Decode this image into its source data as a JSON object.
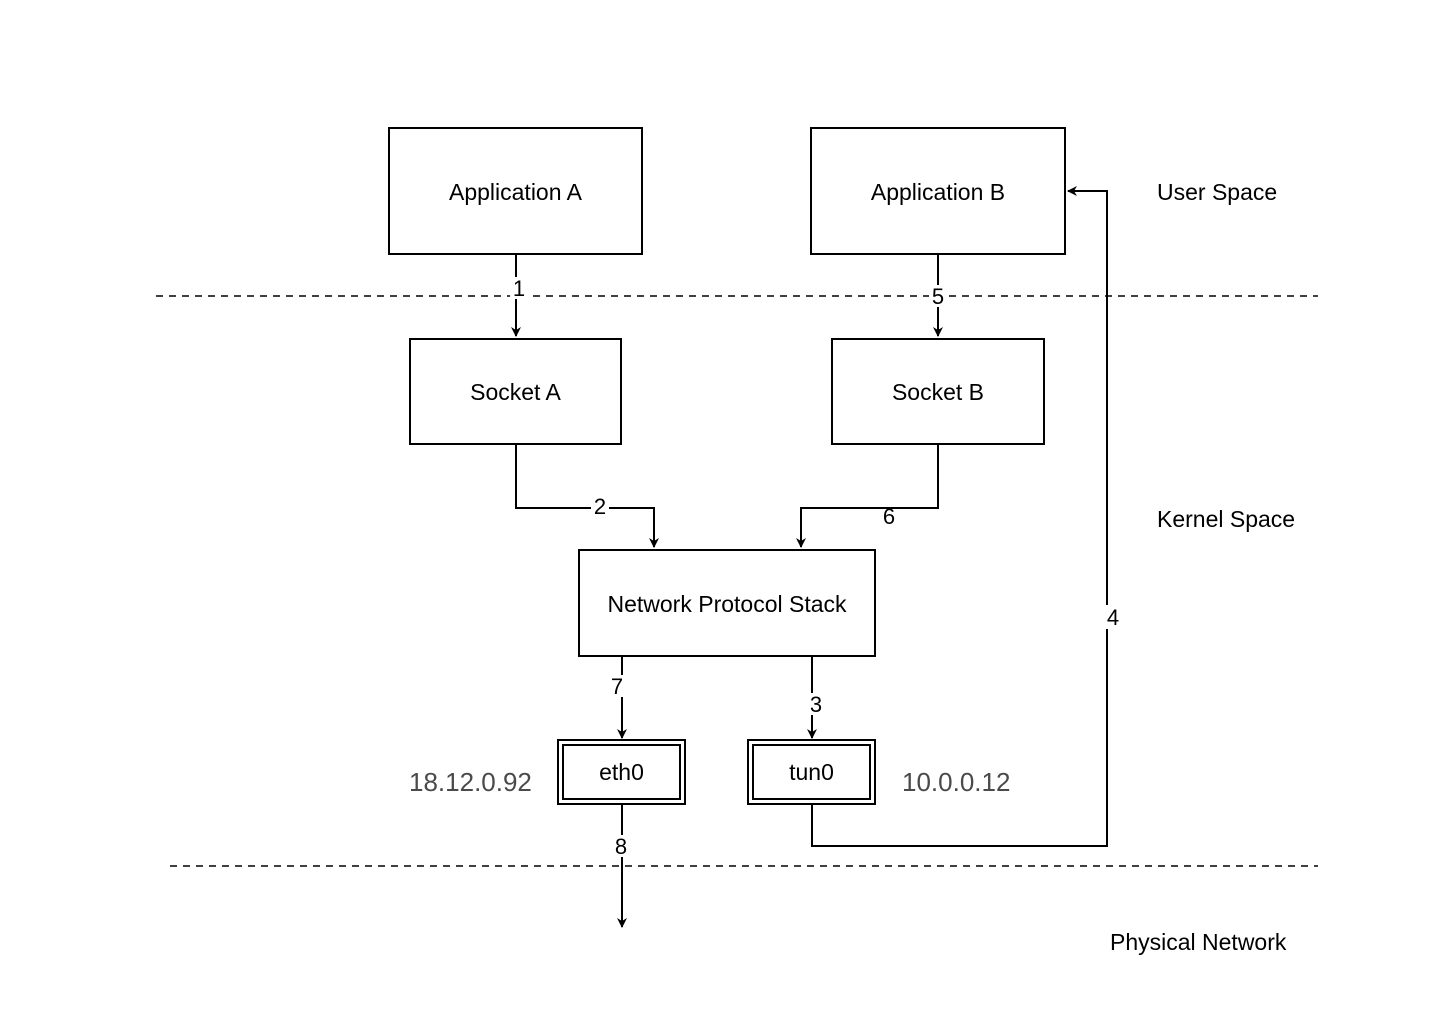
{
  "diagram": {
    "nodes": {
      "app_a": "Application A",
      "app_b": "Application B",
      "socket_a": "Socket A",
      "socket_b": "Socket B",
      "stack": "Network Protocol Stack",
      "eth0": "eth0",
      "tun0": "tun0"
    },
    "regions": {
      "user": "User Space",
      "kernel": "Kernel Space",
      "physical": "Physical Network"
    },
    "addresses": {
      "eth0": "18.12.0.92",
      "tun0": "10.0.0.12"
    },
    "steps": {
      "s1": "1",
      "s2": "2",
      "s3": "3",
      "s4": "4",
      "s5": "5",
      "s6": "6",
      "s7": "7",
      "s8": "8"
    }
  }
}
